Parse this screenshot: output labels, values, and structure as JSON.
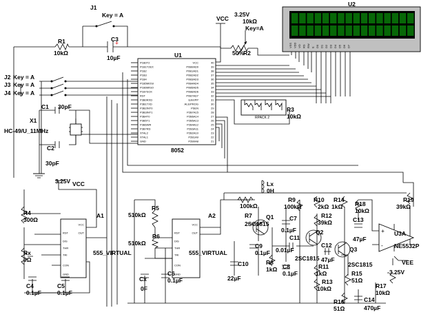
{
  "components": {
    "j1": {
      "name": "J1",
      "key": "Key = A"
    },
    "c3": {
      "name": "C3",
      "value": "10µF"
    },
    "r1": {
      "name": "R1",
      "value": "10kΩ"
    },
    "vcc_top": {
      "name": "VCC",
      "value": "3.25V"
    },
    "r2": {
      "name": "R2",
      "value": "10kΩ",
      "key": "Key=A",
      "percent": "50%"
    },
    "u1": {
      "name": "U1",
      "part": "8052"
    },
    "u2": {
      "name": "U2"
    },
    "j2": {
      "name": "J2",
      "key": "Key = A"
    },
    "j3": {
      "name": "J3",
      "key": "Key = A"
    },
    "j4": {
      "name": "J4",
      "key": "Key = A"
    },
    "x1": {
      "name": "X1",
      "part": "HC-49/U_11MHz"
    },
    "c1": {
      "name": "C1",
      "value": "30pF"
    },
    "c2": {
      "name": "C2",
      "value": "30pF"
    },
    "rpack": {
      "name": "RPACK 2"
    },
    "r3": {
      "name": "R3",
      "value": "10kΩ"
    },
    "vcc_left": {
      "name": "VCC",
      "value": "3.25V"
    },
    "r4": {
      "name": "R4",
      "value": "300Ω"
    },
    "rx": {
      "name": "Rx",
      "value": "0Ω"
    },
    "a1": {
      "name": "A1",
      "part": "555_VIRTUAL"
    },
    "c4": {
      "name": "C4",
      "value": "0.1µF"
    },
    "c5": {
      "name": "C5",
      "value": "0.1µF"
    },
    "r5": {
      "name": "R5",
      "value": "510kΩ"
    },
    "r6": {
      "name": "R6",
      "value": "510kΩ"
    },
    "a2": {
      "name": "A2",
      "part": "555_VIRTUAL"
    },
    "cx": {
      "name": "Cx",
      "value": "0F"
    },
    "c6": {
      "name": "C6",
      "value": "0.1µF"
    },
    "lx": {
      "name": "Lx",
      "value": "0H"
    },
    "r7": {
      "name": "R7",
      "value": "100kΩ"
    },
    "r9": {
      "name": "R9",
      "value": "100kΩ"
    },
    "r10": {
      "name": "R10",
      "value": "2kΩ"
    },
    "r14": {
      "name": "R14",
      "value": "1kΩ"
    },
    "r18": {
      "name": "R18",
      "value": "10kΩ"
    },
    "r19": {
      "name": "R19",
      "value": "39kΩ"
    },
    "q1": {
      "name": "Q1",
      "part": "2SC1815"
    },
    "c7": {
      "name": "C7",
      "value": "0.1µF"
    },
    "r12": {
      "name": "R12",
      "value": "39kΩ"
    },
    "c13": {
      "name": "C13",
      "value": "47µF"
    },
    "u3a": {
      "name": "U3A",
      "part": "NE5532P"
    },
    "c9": {
      "name": "C9",
      "value": "0.1µF"
    },
    "c10": {
      "name": "C10",
      "value": "22µF"
    },
    "r8": {
      "name": "R8",
      "value": "1kΩ"
    },
    "c8": {
      "name": "C8",
      "value": "0.1µF"
    },
    "c11": {
      "name": "C11",
      "value": "0.01µF"
    },
    "q2": {
      "name": "Q2",
      "part": "2SC1815"
    },
    "c12": {
      "name": "C12",
      "value": "47µF"
    },
    "q3": {
      "name": "Q3",
      "part": "2SC1815"
    },
    "r11": {
      "name": "R11",
      "value": "1kΩ"
    },
    "r13": {
      "name": "R13",
      "value": "10kΩ"
    },
    "r15": {
      "name": "R15",
      "value": "51Ω"
    },
    "r16": {
      "name": "R16",
      "value": "51Ω"
    },
    "c14": {
      "name": "C14",
      "value": "470µF"
    },
    "r17": {
      "name": "R17",
      "value": "10kΩ"
    },
    "vee": {
      "name": "VEE",
      "value": "-3.25V"
    }
  },
  "u1_left_pins": [
    "P1B0T2",
    "P1B1T2EX",
    "P1B2",
    "P1B3",
    "P1B4",
    "P1B5MOSI",
    "P1B6MISO",
    "P1B7SCK",
    "RST",
    "P3B0RXD",
    "P3B1TXD",
    "P3B2INT0",
    "P3B3INT1",
    "P3B4T0",
    "P3B5T1",
    "P3B6WR",
    "P3B7RD",
    "XTAL2",
    "XTAL1",
    "GND"
  ],
  "u1_right_pins": [
    "VCC",
    "P0B0AD0",
    "P0B1AD1",
    "P0B2AD2",
    "P0B3AD3",
    "P0B4AD4",
    "P0B5AD5",
    "P0B6AD6",
    "P0B7AD7",
    "EA/VPP",
    "ALE/PROG",
    "PSEN",
    "P2B7A15",
    "P2B6A14",
    "P2B5A13",
    "P2B4A12",
    "P2B3A11",
    "P2B2A10",
    "P2B1A9",
    "P2B0A8"
  ],
  "u1_right_numbers": [
    "40",
    "39",
    "38",
    "37",
    "36",
    "35",
    "34",
    "33",
    "32",
    "31",
    "30",
    "29",
    "28",
    "27",
    "26",
    "25",
    "24",
    "23",
    "22",
    "21"
  ],
  "u2_pins": [
    "VSS",
    "VDD",
    "VO",
    "RS",
    "RW",
    "E",
    "D0",
    "D1",
    "D2",
    "D3",
    "D4",
    "D5",
    "D6",
    "D7"
  ],
  "timer_pins_left": [
    "RST",
    "DIS",
    "THR",
    "TRI",
    "CON",
    "GND"
  ],
  "timer_pins_right": [
    "VCC",
    "OUT"
  ],
  "opamp_pins": {
    "plus": "+",
    "minus": "-"
  }
}
